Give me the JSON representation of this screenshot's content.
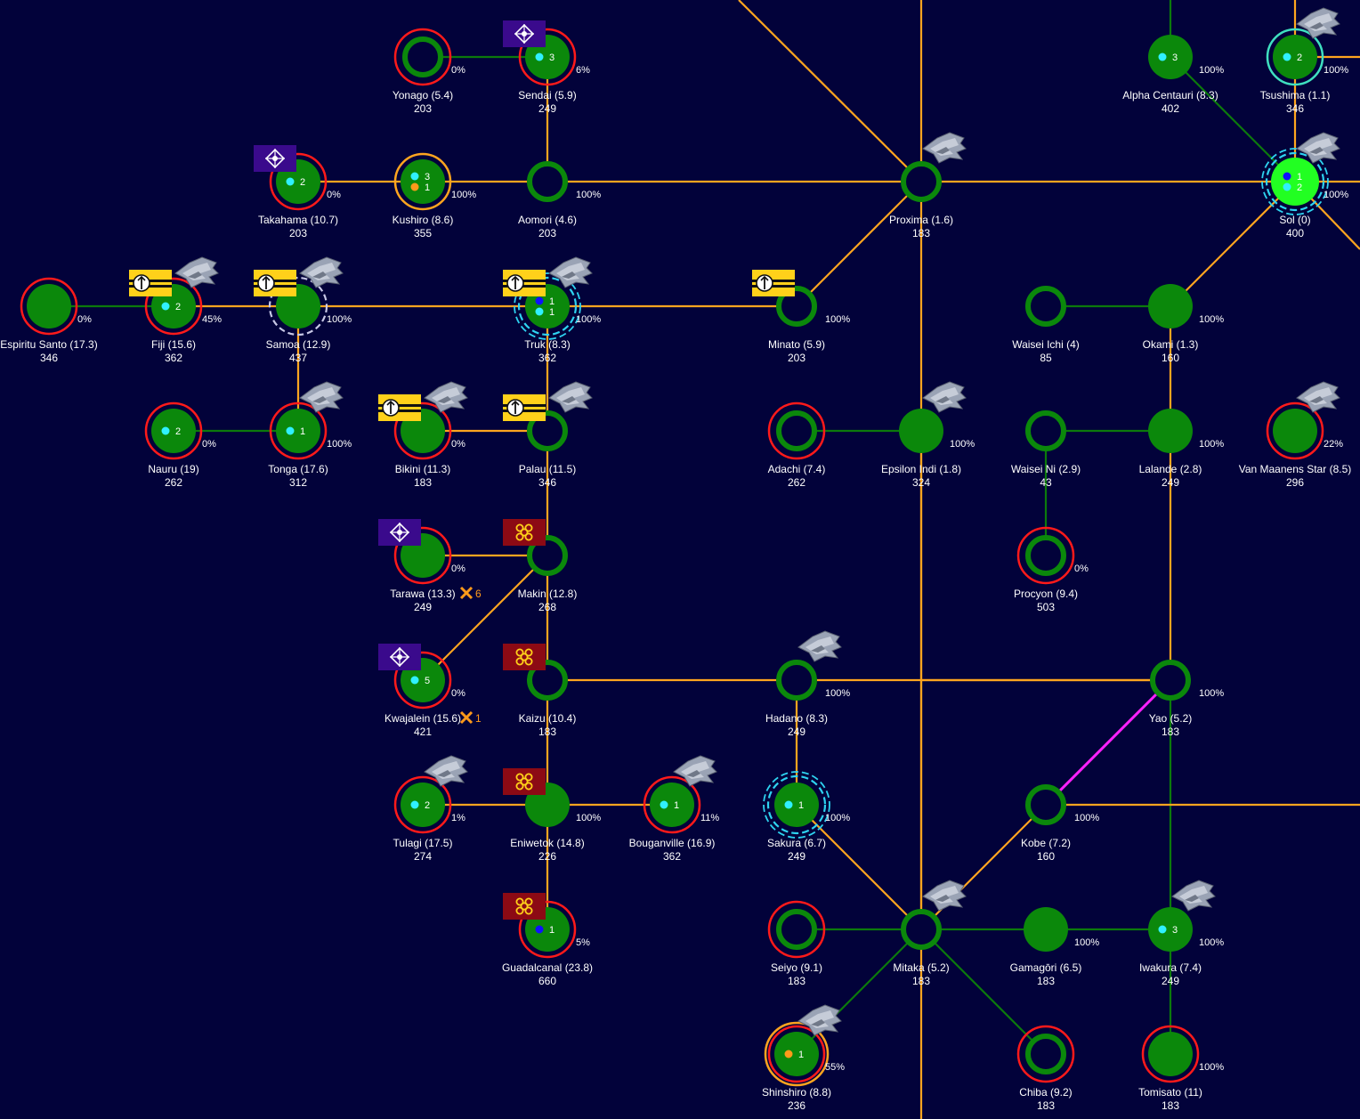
{
  "colors": {
    "background": "#02023a",
    "lane_orange": "#ffa51f",
    "lane_green": "#0c7a0c",
    "lane_magenta": "#ff20ff",
    "planet_green": "#0b880b",
    "capital_green": "#22ff22",
    "ring_red": "#ff1a1a",
    "ring_orange": "#ffa51f",
    "ring_cyan": "#2ed3f0",
    "ring_teal": "#3fe0c0",
    "fleet_cyan": "#30f0ff",
    "fleet_blue": "#1010ff",
    "fleet_orange": "#ff9a1a",
    "flag_purple": "#3a0a8c",
    "flag_red": "#8c0a14",
    "flag_yellow": "#ffd11a"
  },
  "systems": [
    {
      "id": "yonago",
      "name": "Yonago",
      "dist": "(5.4)",
      "pop": "203",
      "pct": "0%",
      "ring": "red",
      "empty": true
    },
    {
      "id": "sendai",
      "name": "Sendai",
      "dist": "(5.9)",
      "pop": "249",
      "pct": "6%",
      "ring": "red",
      "fleets": [
        {
          "c": "cyan",
          "n": "3"
        }
      ],
      "flag": "purple"
    },
    {
      "id": "alpha",
      "name": "Alpha Centauri",
      "dist": "(8.3)",
      "pop": "402",
      "pct": "100%",
      "fleets": [
        {
          "c": "cyan",
          "n": "3"
        }
      ]
    },
    {
      "id": "tsushima",
      "name": "Tsushima",
      "dist": "(1.1)",
      "pop": "346",
      "pct": "100%",
      "ring": "teal",
      "fleets": [
        {
          "c": "cyan",
          "n": "2"
        }
      ],
      "ship": true
    },
    {
      "id": "takahama",
      "name": "Takahama",
      "dist": "(10.7)",
      "pop": "203",
      "pct": "0%",
      "ring": "red",
      "fleets": [
        {
          "c": "cyan",
          "n": "2"
        }
      ],
      "flag": "purple"
    },
    {
      "id": "kushiro",
      "name": "Kushiro",
      "dist": "(8.6)",
      "pop": "355",
      "pct": "100%",
      "ring": "orange",
      "fleets": [
        {
          "c": "cyan",
          "n": "3"
        },
        {
          "c": "orange",
          "n": "1"
        }
      ]
    },
    {
      "id": "aomori",
      "name": "Aomori",
      "dist": "(4.6)",
      "pop": "203",
      "pct": "100%",
      "empty": true
    },
    {
      "id": "proxima",
      "name": "Proxima",
      "dist": "(1.6)",
      "pop": "183",
      "empty": true,
      "ship": true
    },
    {
      "id": "sol",
      "name": "Sol",
      "dist": "(0)",
      "pop": "400",
      "pct": "100%",
      "capital": true,
      "ring": "dashcyan",
      "fleets": [
        {
          "c": "blue",
          "n": "1"
        },
        {
          "c": "cyan",
          "n": "2"
        }
      ],
      "ship": true
    },
    {
      "id": "espiritu",
      "name": "Espiritu Santo",
      "dist": "(17.3)",
      "pop": "346",
      "pct": "0%",
      "ring": "red"
    },
    {
      "id": "fiji",
      "name": "Fiji",
      "dist": "(15.6)",
      "pop": "362",
      "pct": "45%",
      "ring": "red",
      "fleets": [
        {
          "c": "cyan",
          "n": "2"
        }
      ],
      "flag": "yellow",
      "ship": true
    },
    {
      "id": "samoa",
      "name": "Samoa",
      "dist": "(12.9)",
      "pop": "437",
      "pct": "100%",
      "ring": "dashwhite",
      "flag": "yellow",
      "ship": true
    },
    {
      "id": "truk",
      "name": "Truk",
      "dist": "(8.3)",
      "pop": "362",
      "pct": "100%",
      "ring": "dashcyan",
      "fleets": [
        {
          "c": "blue",
          "n": "1"
        },
        {
          "c": "cyan",
          "n": "1"
        }
      ],
      "flag": "yellow",
      "ship": true
    },
    {
      "id": "minato",
      "name": "Minato",
      "dist": "(5.9)",
      "pop": "203",
      "pct": "100%",
      "empty": true,
      "flag": "yellow"
    },
    {
      "id": "waiseiichi",
      "name": "Waisei Ichi",
      "dist": "(4)",
      "pop": "85",
      "empty": true
    },
    {
      "id": "okami",
      "name": "Okami",
      "dist": "(1.3)",
      "pop": "160",
      "pct": "100%"
    },
    {
      "id": "nauru",
      "name": "Nauru",
      "dist": "(19)",
      "pop": "262",
      "pct": "0%",
      "ring": "red",
      "fleets": [
        {
          "c": "cyan",
          "n": "2"
        }
      ]
    },
    {
      "id": "tonga",
      "name": "Tonga",
      "dist": "(17.6)",
      "pop": "312",
      "pct": "100%",
      "ring": "red",
      "fleets": [
        {
          "c": "cyan",
          "n": "1"
        }
      ],
      "ship": true
    },
    {
      "id": "bikini",
      "name": "Bikini",
      "dist": "(11.3)",
      "pop": "183",
      "pct": "0%",
      "ring": "red",
      "flag": "yellow",
      "ship": true
    },
    {
      "id": "palau",
      "name": "Palau",
      "dist": "(11.5)",
      "pop": "346",
      "empty": true,
      "flag": "yellow",
      "ship": true
    },
    {
      "id": "adachi",
      "name": "Adachi",
      "dist": "(7.4)",
      "pop": "262",
      "ring": "red",
      "empty": true
    },
    {
      "id": "epsilon",
      "name": "Epsilon Indi",
      "dist": "(1.8)",
      "pop": "324",
      "pct": "100%",
      "ship": true
    },
    {
      "id": "waiseini",
      "name": "Waisei Ni",
      "dist": "(2.9)",
      "pop": "43",
      "empty": true
    },
    {
      "id": "lalande",
      "name": "Lalande",
      "dist": "(2.8)",
      "pop": "249",
      "pct": "100%"
    },
    {
      "id": "vanmaanen",
      "name": "Van Maanens Star",
      "dist": "(8.5)",
      "pop": "296",
      "pct": "22%",
      "ring": "red",
      "ship": true
    },
    {
      "id": "procyon",
      "name": "Procyon",
      "dist": "(9.4)",
      "pop": "503",
      "pct": "0%",
      "ring": "red",
      "empty": true
    },
    {
      "id": "tarawa",
      "name": "Tarawa",
      "dist": "(13.3)",
      "pop": "249",
      "pct": "0%",
      "ring": "red",
      "flag": "purple",
      "attack": "6"
    },
    {
      "id": "makin",
      "name": "Makin",
      "dist": "(12.8)",
      "pop": "268",
      "empty": true,
      "flag": "red"
    },
    {
      "id": "kwajalein",
      "name": "Kwajalein",
      "dist": "(15.6)",
      "pop": "421",
      "pct": "0%",
      "ring": "red",
      "fleets": [
        {
          "c": "cyan",
          "n": "5"
        }
      ],
      "flag": "purple",
      "attack": "1"
    },
    {
      "id": "kaizu",
      "name": "Kaizu",
      "dist": "(10.4)",
      "pop": "183",
      "empty": true,
      "flag": "red"
    },
    {
      "id": "hadano",
      "name": "Hadano",
      "dist": "(8.3)",
      "pop": "249",
      "pct": "100%",
      "empty": true,
      "ship": true
    },
    {
      "id": "yao",
      "name": "Yao",
      "dist": "(5.2)",
      "pop": "183",
      "pct": "100%",
      "empty": true
    },
    {
      "id": "tulagi",
      "name": "Tulagi",
      "dist": "(17.5)",
      "pop": "274",
      "pct": "1%",
      "ring": "red",
      "fleets": [
        {
          "c": "cyan",
          "n": "2"
        }
      ],
      "ship": true
    },
    {
      "id": "eniwetok",
      "name": "Eniwetok",
      "dist": "(14.8)",
      "pop": "226",
      "pct": "100%",
      "flag": "red"
    },
    {
      "id": "bouganville",
      "name": "Bouganville",
      "dist": "(16.9)",
      "pop": "362",
      "pct": "11%",
      "ring": "red",
      "fleets": [
        {
          "c": "cyan",
          "n": "1"
        }
      ],
      "ship": true
    },
    {
      "id": "sakura",
      "name": "Sakura",
      "dist": "(6.7)",
      "pop": "249",
      "pct": "100%",
      "ring": "dashcyan",
      "fleets": [
        {
          "c": "cyan",
          "n": "1"
        }
      ]
    },
    {
      "id": "kobe",
      "name": "Kobe",
      "dist": "(7.2)",
      "pop": "160",
      "pct": "100%",
      "empty": true
    },
    {
      "id": "guadalcanal",
      "name": "Guadalcanal",
      "dist": "(23.8)",
      "pop": "660",
      "pct": "5%",
      "ring": "red",
      "fleets": [
        {
          "c": "blue",
          "n": "1"
        }
      ],
      "flag": "red"
    },
    {
      "id": "seiyo",
      "name": "Seiyo",
      "dist": "(9.1)",
      "pop": "183",
      "ring": "red",
      "empty": true
    },
    {
      "id": "mitaka",
      "name": "Mitaka",
      "dist": "(5.2)",
      "pop": "183",
      "empty": true,
      "ship": true
    },
    {
      "id": "gamagori",
      "name": "Gamagōri",
      "dist": "(6.5)",
      "pop": "183",
      "pct": "100%"
    },
    {
      "id": "iwakura",
      "name": "Iwakura",
      "dist": "(7.4)",
      "pop": "249",
      "pct": "100%",
      "fleets": [
        {
          "c": "cyan",
          "n": "3"
        }
      ],
      "ship": true
    },
    {
      "id": "shinshiro",
      "name": "Shinshiro",
      "dist": "(8.8)",
      "pop": "236",
      "pct": "55%",
      "ring": "redorange",
      "fleets": [
        {
          "c": "orange",
          "n": "1"
        }
      ],
      "ship": true
    },
    {
      "id": "chiba",
      "name": "Chiba",
      "dist": "(9.2)",
      "pop": "183",
      "ring": "red",
      "empty": true
    },
    {
      "id": "tomisato",
      "name": "Tomisato",
      "dist": "(11)",
      "pop": "183",
      "pct": "100%",
      "ring": "red"
    }
  ]
}
